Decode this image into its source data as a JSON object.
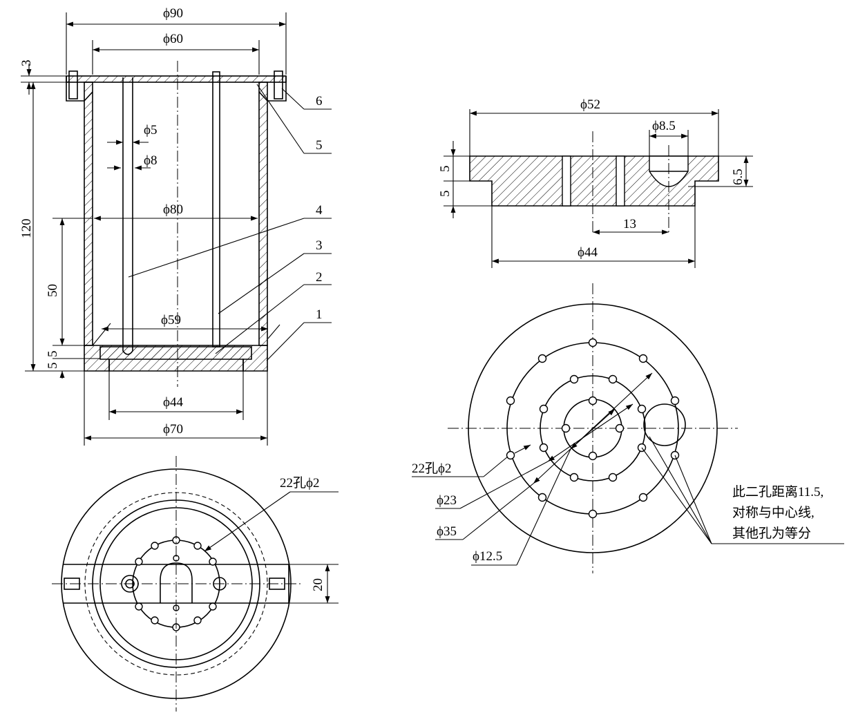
{
  "colors": {
    "ink": "#000000",
    "paper": "#ffffff"
  },
  "front_view": {
    "dim_outer_top": "ϕ90",
    "dim_inner_top": "ϕ60",
    "dim_lid": "3",
    "dim_height": "120",
    "dim_small_hole": "ϕ5",
    "dim_large_hole": "ϕ8",
    "dim_inner_dia": "ϕ80",
    "dim_mid_height": "50",
    "dim_bottom_dia": "ϕ59",
    "dim_base_a": "5",
    "dim_base_b": "5",
    "dim_base_dia": "ϕ44",
    "dim_outer_bottom": "ϕ70",
    "part_labels": [
      "1",
      "2",
      "3",
      "4",
      "5",
      "6"
    ]
  },
  "plan_view": {
    "note_holes": "22孔ϕ2",
    "dim_slot": "20"
  },
  "plate_section": {
    "dim_top": "ϕ52",
    "dim_hole": "ϕ8.5",
    "dim_left_a": "5",
    "dim_left_b": "5",
    "dim_right": "6.5",
    "dim_offset": "13",
    "dim_bottom": "ϕ44"
  },
  "plate_top_view": {
    "note_holes": "22孔ϕ2",
    "dim_circle_23": "ϕ23",
    "dim_circle_35": "ϕ35",
    "dim_circle_125": "ϕ12.5",
    "note_lines": [
      "此二孔距离11.5,",
      "对称与中心线,",
      "其他孔为等分"
    ]
  }
}
